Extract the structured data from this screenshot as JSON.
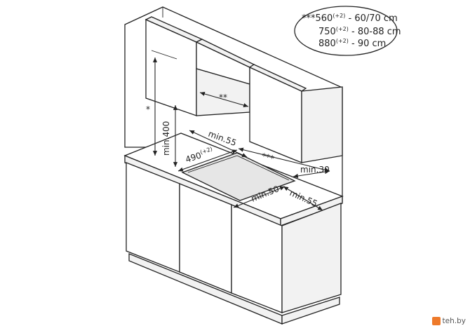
{
  "legend": {
    "lines": [
      {
        "marker": "***",
        "main": "560",
        "sup": "(+2)",
        "rest": " - 60/70 cm"
      },
      {
        "marker": "",
        "main": "750",
        "sup": "(+2)",
        "rest": " - 80-88 cm"
      },
      {
        "marker": "",
        "main": "880",
        "sup": "(+2)",
        "rest": " - 90 cm"
      }
    ]
  },
  "labels": {
    "asterisk_single": "*",
    "asterisk_double": "**",
    "asterisk_triple": "***",
    "min_400": "min.400",
    "min_55_top": "min.55",
    "min_30": "min.30",
    "min_50": "min.50",
    "min_55_right": "min.55",
    "cutout_main": "490",
    "cutout_sup": "(+2)"
  },
  "watermark": {
    "text": "teh.by"
  }
}
